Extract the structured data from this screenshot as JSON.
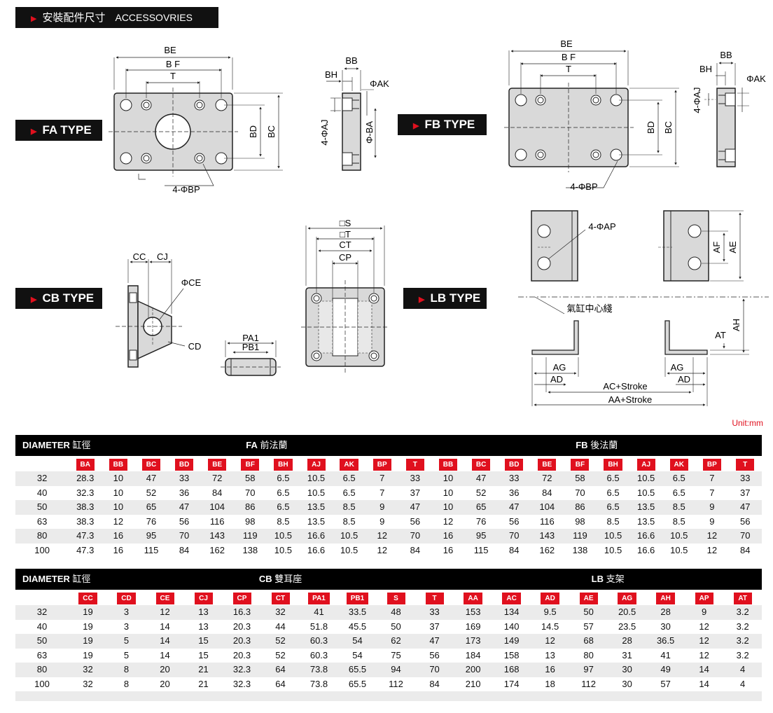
{
  "header": {
    "title_cn": "安裝配件尺寸",
    "title_en": "ACCESSOVRIES"
  },
  "types": {
    "fa": "FA TYPE",
    "fb": "FB TYPE",
    "cb": "CB TYPE",
    "lb": "LB TYPE"
  },
  "dims": {
    "be": "BE",
    "bf": "B F",
    "t": "T",
    "bd": "BD",
    "bc": "BC",
    "bp": "4-ΦBP",
    "bb": "BB",
    "bh": "BH",
    "ak": "ΦAK",
    "aj": "4-ΦAJ",
    "ba": "Φ-BA",
    "cc": "CC",
    "cj": "CJ",
    "ce": "ΦCE",
    "cd": "CD",
    "pa1": "PA1",
    "pb1": "PB1",
    "s": "□S",
    "tt": "□T",
    "ct": "CT",
    "cp": "CP",
    "ap": "4-ΦAP",
    "af": "AF",
    "ae": "AE",
    "axis": "氣缸中心綫",
    "ah": "AH",
    "at": "AT",
    "ag": "AG",
    "ad": "AD",
    "acs": "AC+Stroke",
    "aas": "AA+Stroke"
  },
  "unit": "Unit:mm",
  "table1": {
    "diameter_label": "DIAMETER",
    "diameter_cn": "缸徑",
    "fa_label": "FA",
    "fa_cn": "前法蘭",
    "fb_label": "FB",
    "fb_cn": "後法蘭",
    "fa_cols": [
      "BA",
      "BB",
      "BC",
      "BD",
      "BE",
      "BF",
      "BH",
      "AJ",
      "AK",
      "BP",
      "T"
    ],
    "fb_cols": [
      "BB",
      "BC",
      "BD",
      "BE",
      "BF",
      "BH",
      "AJ",
      "AK",
      "BP",
      "T"
    ],
    "rows": [
      [
        "32",
        "28.3",
        "10",
        "47",
        "33",
        "72",
        "58",
        "6.5",
        "10.5",
        "6.5",
        "7",
        "33",
        "10",
        "47",
        "33",
        "72",
        "58",
        "6.5",
        "10.5",
        "6.5",
        "7",
        "33"
      ],
      [
        "40",
        "32.3",
        "10",
        "52",
        "36",
        "84",
        "70",
        "6.5",
        "10.5",
        "6.5",
        "7",
        "37",
        "10",
        "52",
        "36",
        "84",
        "70",
        "6.5",
        "10.5",
        "6.5",
        "7",
        "37"
      ],
      [
        "50",
        "38.3",
        "10",
        "65",
        "47",
        "104",
        "86",
        "6.5",
        "13.5",
        "8.5",
        "9",
        "47",
        "10",
        "65",
        "47",
        "104",
        "86",
        "6.5",
        "13.5",
        "8.5",
        "9",
        "47"
      ],
      [
        "63",
        "38.3",
        "12",
        "76",
        "56",
        "116",
        "98",
        "8.5",
        "13.5",
        "8.5",
        "9",
        "56",
        "12",
        "76",
        "56",
        "116",
        "98",
        "8.5",
        "13.5",
        "8.5",
        "9",
        "56"
      ],
      [
        "80",
        "47.3",
        "16",
        "95",
        "70",
        "143",
        "119",
        "10.5",
        "16.6",
        "10.5",
        "12",
        "70",
        "16",
        "95",
        "70",
        "143",
        "119",
        "10.5",
        "16.6",
        "10.5",
        "12",
        "70"
      ],
      [
        "100",
        "47.3",
        "16",
        "115",
        "84",
        "162",
        "138",
        "10.5",
        "16.6",
        "10.5",
        "12",
        "84",
        "16",
        "115",
        "84",
        "162",
        "138",
        "10.5",
        "16.6",
        "10.5",
        "12",
        "84"
      ]
    ]
  },
  "table2": {
    "diameter_label": "DIAMETER",
    "diameter_cn": "缸徑",
    "cb_label": "CB",
    "cb_cn": "雙耳座",
    "lb_label": "LB",
    "lb_cn": "支架",
    "cb_cols": [
      "CC",
      "CD",
      "CE",
      "CJ",
      "CP",
      "CT",
      "PA1",
      "PB1",
      "S",
      "T"
    ],
    "lb_cols": [
      "AA",
      "AC",
      "AD",
      "AE",
      "AG",
      "AH",
      "AP",
      "AT"
    ],
    "rows": [
      [
        "32",
        "19",
        "3",
        "12",
        "13",
        "16.3",
        "32",
        "41",
        "33.5",
        "48",
        "33",
        "153",
        "134",
        "9.5",
        "50",
        "20.5",
        "28",
        "9",
        "3.2"
      ],
      [
        "40",
        "19",
        "3",
        "14",
        "13",
        "20.3",
        "44",
        "51.8",
        "45.5",
        "50",
        "37",
        "169",
        "140",
        "14.5",
        "57",
        "23.5",
        "30",
        "12",
        "3.2"
      ],
      [
        "50",
        "19",
        "5",
        "14",
        "15",
        "20.3",
        "52",
        "60.3",
        "54",
        "62",
        "47",
        "173",
        "149",
        "12",
        "68",
        "28",
        "36.5",
        "12",
        "3.2"
      ],
      [
        "63",
        "19",
        "5",
        "14",
        "15",
        "20.3",
        "52",
        "60.3",
        "54",
        "75",
        "56",
        "184",
        "158",
        "13",
        "80",
        "31",
        "41",
        "12",
        "3.2"
      ],
      [
        "80",
        "32",
        "8",
        "20",
        "21",
        "32.3",
        "64",
        "73.8",
        "65.5",
        "94",
        "70",
        "200",
        "168",
        "16",
        "97",
        "30",
        "49",
        "14",
        "4"
      ],
      [
        "100",
        "32",
        "8",
        "20",
        "21",
        "32.3",
        "64",
        "73.8",
        "65.5",
        "112",
        "84",
        "210",
        "174",
        "18",
        "112",
        "30",
        "57",
        "14",
        "4"
      ]
    ]
  }
}
